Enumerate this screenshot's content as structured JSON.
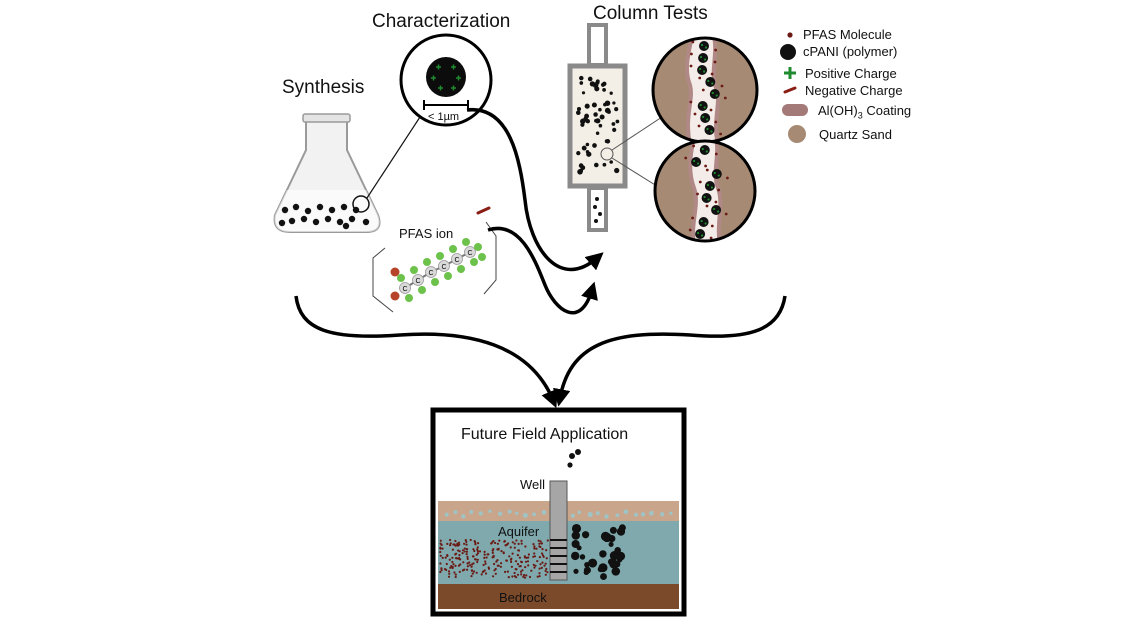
{
  "stages": {
    "synthesis": "Synthesis",
    "characterization": "Characterization",
    "column_tests": "Column Tests"
  },
  "characterization": {
    "scale_label": "< 1µm"
  },
  "pfas_ion": {
    "label": "PFAS ion",
    "atom_label": "C"
  },
  "legend": {
    "pfas_molecule": "PFAS Molecule",
    "cpani": "cPANI (polymer)",
    "positive_charge": "Positive Charge",
    "negative_charge": "Negative Charge",
    "coating_prefix": "Al(OH)",
    "coating_subscript": "3",
    "coating_suffix": " Coating",
    "quartz_sand": "Quartz Sand"
  },
  "field": {
    "title": "Future Field Application",
    "well": "Well",
    "aquifer": "Aquifer",
    "bedrock": "Bedrock"
  },
  "colors": {
    "pfas_molecule": "#6b1a14",
    "cpani": "#111111",
    "positive_charge": "#1f8a2e",
    "negative_charge": "#8a1e14",
    "coating": "#a37a78",
    "quartz_sand": "#a68a74",
    "aquifer_water": "#7fa9ad",
    "topsoil": "#c9a58c",
    "bedrock": "#7a4a2a",
    "well_casing": "#a6a6a6",
    "fluorine": "#6cc24a",
    "oxygen": "#b5442a",
    "carbon": "#dadada"
  }
}
